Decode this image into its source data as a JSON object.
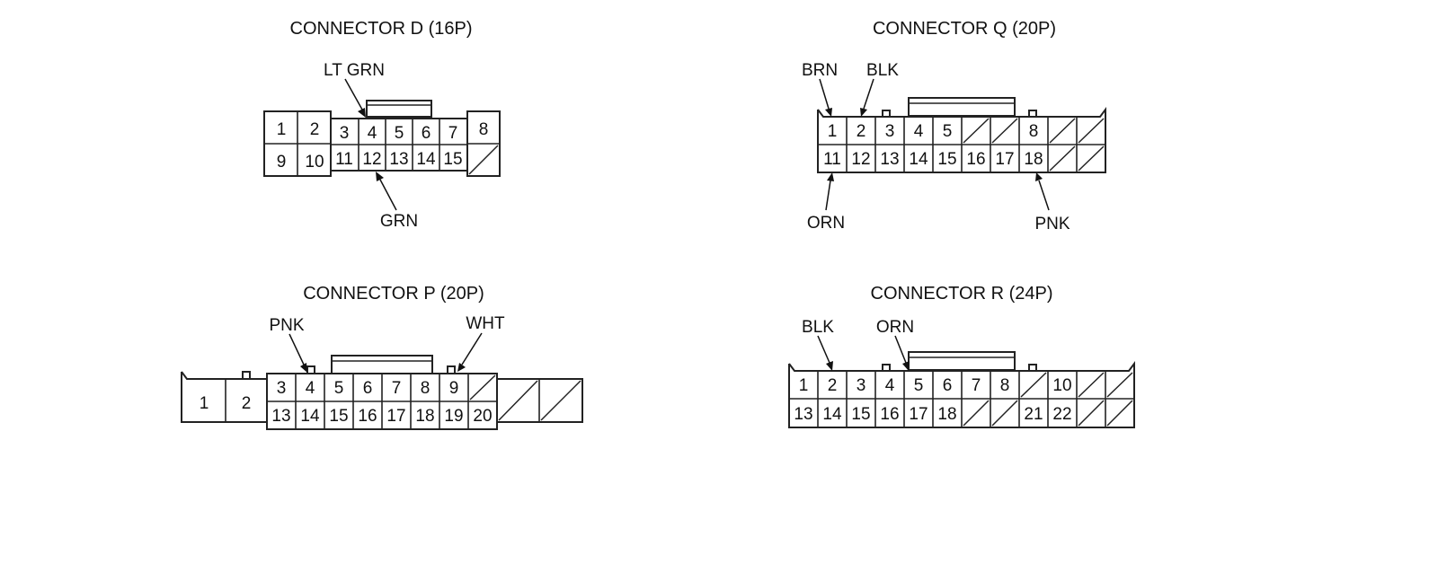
{
  "connectors": {
    "d": {
      "title": "CONNECTOR D (16P)",
      "pins": {
        "p1": "1",
        "p2": "2",
        "p3": "3",
        "p4": "4",
        "p5": "5",
        "p6": "6",
        "p7": "7",
        "p8": "8",
        "p9": "9",
        "p10": "10",
        "p11": "11",
        "p12": "12",
        "p13": "13",
        "p14": "14",
        "p15": "15"
      },
      "wires": {
        "top": "LT GRN",
        "bottom": "GRN"
      }
    },
    "q": {
      "title": "CONNECTOR Q (20P)",
      "pins": {
        "p1": "1",
        "p2": "2",
        "p3": "3",
        "p4": "4",
        "p5": "5",
        "p8": "8",
        "p11": "11",
        "p12": "12",
        "p13": "13",
        "p14": "14",
        "p15": "15",
        "p16": "16",
        "p17": "17",
        "p18": "18"
      },
      "wires": {
        "brn": "BRN",
        "blk": "BLK",
        "orn": "ORN",
        "pnk": "PNK"
      }
    },
    "p": {
      "title": "CONNECTOR P (20P)",
      "pins": {
        "p1": "1",
        "p2": "2",
        "p3": "3",
        "p4": "4",
        "p5": "5",
        "p6": "6",
        "p7": "7",
        "p8": "8",
        "p9": "9",
        "p13": "13",
        "p14": "14",
        "p15": "15",
        "p16": "16",
        "p17": "17",
        "p18": "18",
        "p19": "19",
        "p20": "20"
      },
      "wires": {
        "pnk": "PNK",
        "wht": "WHT"
      }
    },
    "r": {
      "title": "CONNECTOR R (24P)",
      "pins": {
        "p1": "1",
        "p2": "2",
        "p3": "3",
        "p4": "4",
        "p5": "5",
        "p6": "6",
        "p7": "7",
        "p8": "8",
        "p10": "10",
        "p13": "13",
        "p14": "14",
        "p15": "15",
        "p16": "16",
        "p17": "17",
        "p18": "18",
        "p21": "21",
        "p22": "22"
      },
      "wires": {
        "blk": "BLK",
        "orn": "ORN"
      }
    }
  }
}
